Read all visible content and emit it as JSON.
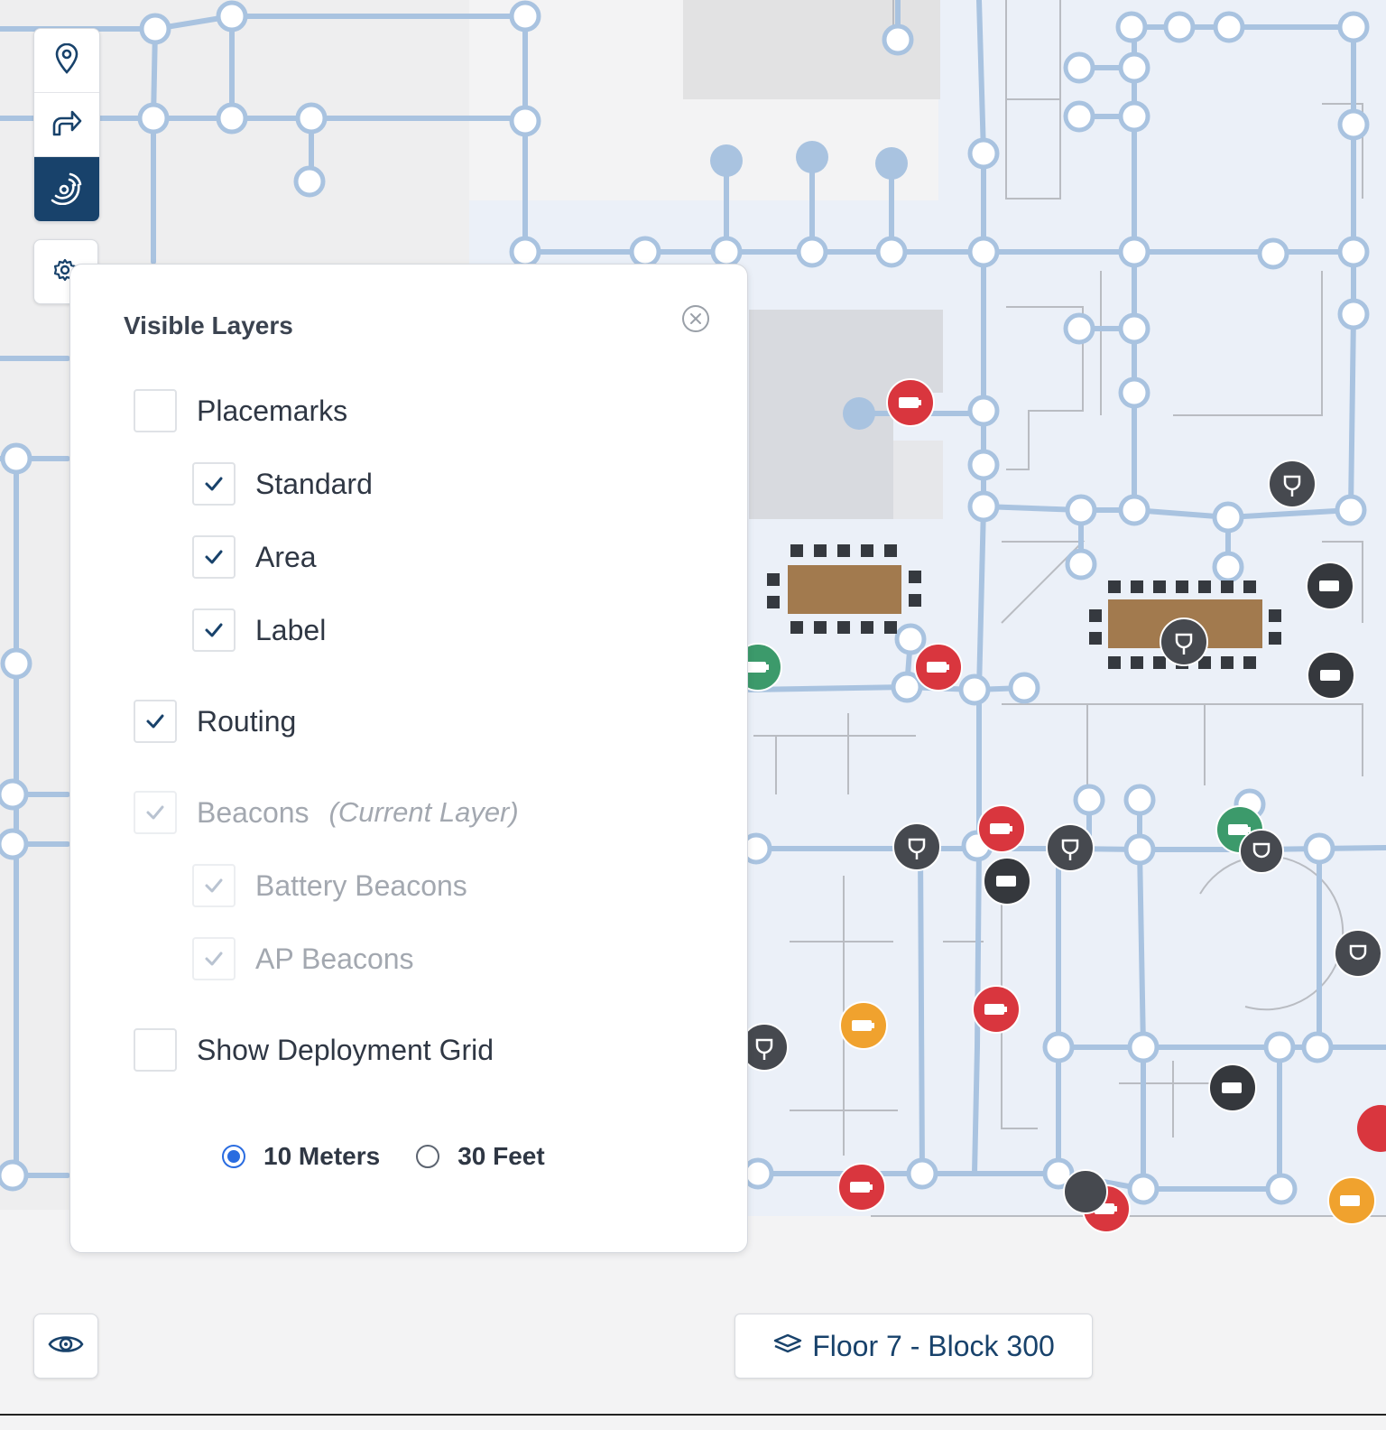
{
  "panel": {
    "title": "Visible Layers",
    "layers": [
      {
        "id": "placemarks",
        "label": "Placemarks",
        "checked": false,
        "disabled": false,
        "indent": 0
      },
      {
        "id": "standard",
        "label": "Standard",
        "checked": true,
        "disabled": false,
        "indent": 1
      },
      {
        "id": "area",
        "label": "Area",
        "checked": true,
        "disabled": false,
        "indent": 1
      },
      {
        "id": "label",
        "label": "Label",
        "checked": true,
        "disabled": false,
        "indent": 1
      },
      {
        "id": "routing",
        "label": "Routing",
        "checked": true,
        "disabled": false,
        "indent": 0
      },
      {
        "id": "beacons",
        "label": "Beacons",
        "suffix": "(Current Layer)",
        "checked": true,
        "disabled": true,
        "indent": 0
      },
      {
        "id": "battery-beacons",
        "label": "Battery Beacons",
        "checked": true,
        "disabled": true,
        "indent": 1
      },
      {
        "id": "ap-beacons",
        "label": "AP Beacons",
        "checked": true,
        "disabled": true,
        "indent": 1
      },
      {
        "id": "deployment-grid",
        "label": "Show Deployment Grid",
        "checked": false,
        "disabled": false,
        "indent": 0
      }
    ],
    "grid_options": [
      {
        "label": "10 Meters",
        "selected": true
      },
      {
        "label": "30 Feet",
        "selected": false
      }
    ]
  },
  "floor_selector": {
    "label": "Floor 7 - Block 300"
  },
  "toolbar": {
    "items": [
      "location-pin-icon",
      "directions-icon",
      "beacon-signal-icon"
    ],
    "active": "beacon-signal-icon"
  },
  "colors": {
    "accent": "#18426b",
    "radio": "#2a6ce0",
    "route": "#a9c3e0",
    "battery_red": "#d9363e",
    "battery_green": "#3c9a6b",
    "battery_orange": "#f0a22e",
    "ap_dark": "#46494f",
    "table_brown": "#a27a4e"
  }
}
